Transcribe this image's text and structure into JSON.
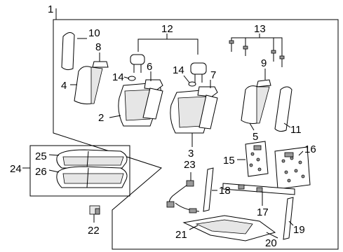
{
  "diagram": {
    "callouts": {
      "c1": "1",
      "c2": "2",
      "c3": "3",
      "c4": "4",
      "c5": "5",
      "c6": "6",
      "c7": "7",
      "c8": "8",
      "c9": "9",
      "c10": "10",
      "c11": "11",
      "c12": "12",
      "c13": "13",
      "c14a": "14",
      "c14b": "14",
      "c15": "15",
      "c16": "16",
      "c17": "17",
      "c18": "18",
      "c19": "19",
      "c20": "20",
      "c21": "21",
      "c22": "22",
      "c23": "23",
      "c24": "24",
      "c25": "25",
      "c26": "26"
    }
  }
}
